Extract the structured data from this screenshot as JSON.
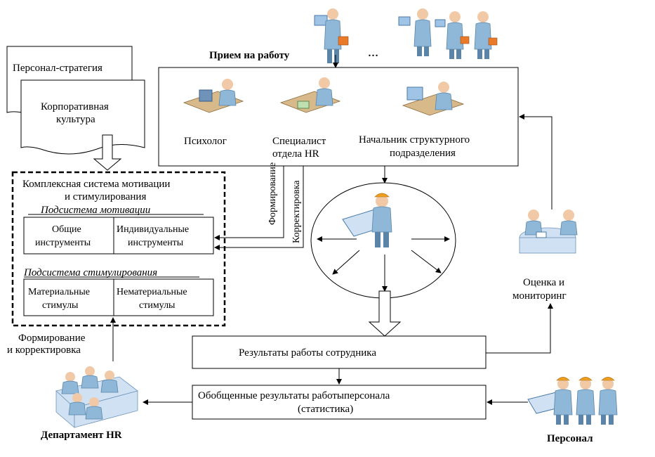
{
  "labels": {
    "hiring": "Прием на работу",
    "ellipsis": "…",
    "personnel_strategy": "Персонал-стратегия",
    "corporate_culture": [
      "Корпоративная",
      "культура"
    ],
    "psychologist": "Психолог",
    "hr_specialist": [
      "Специалист",
      "отдела HR"
    ],
    "unit_head": [
      "Начальник структурного",
      "подразделения"
    ],
    "motivation_system_title": [
      "Комплексная система мотивации",
      "и стимулирования"
    ],
    "motivation_subsystem": "Подсистема мотивации",
    "general_tools": [
      "Общие",
      "инструменты"
    ],
    "individual_tools": [
      "Индивидуальные",
      "инструменты"
    ],
    "stimulation_subsystem": "Подсистема стимулирования",
    "material_incentives": [
      "Материальные",
      "стимулы"
    ],
    "nonmaterial_incentives": [
      "Нематериальные",
      "стимулы"
    ],
    "formation": "Формирование",
    "correction": "Корректировка",
    "formation_and_correction": [
      "Формирование",
      "и корректировка"
    ],
    "employee_results": "Результаты работы сотрудника",
    "generalized_results": [
      "Обобщенные результаты работыперсонала",
      "(статистика)"
    ],
    "evaluation_monitoring": [
      "Оценка и",
      "мониторинг"
    ],
    "hr_department": "Департамент HR",
    "personnel": "Персонал"
  },
  "icons": [
    "businessman-with-laptop-icon",
    "team-of-businessmen-icon",
    "psychologist-at-desk-icon",
    "hr-specialist-at-desk-icon",
    "unit-head-at-desk-icon",
    "worker-with-blueprint-icon",
    "evaluation-meeting-icon",
    "hr-department-meeting-icon",
    "workers-with-blueprints-icon"
  ]
}
